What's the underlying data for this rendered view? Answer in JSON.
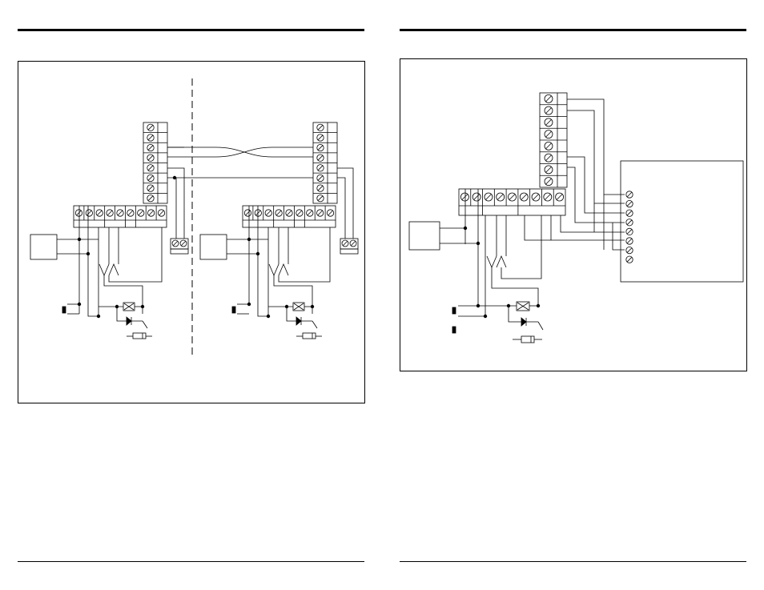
{
  "pages": [
    {
      "side": "left",
      "header_rule": true,
      "footer_rule": true
    },
    {
      "side": "right",
      "header_rule": true,
      "footer_rule": true
    }
  ],
  "figures": [
    {
      "name": "two-station-wiring-diagram",
      "stations": 2,
      "separator": "dashed"
    },
    {
      "name": "external-device-wiring-diagram",
      "connector_screws": 8
    }
  ],
  "colors": {
    "ink": "#000000",
    "paper": "#ffffff"
  }
}
